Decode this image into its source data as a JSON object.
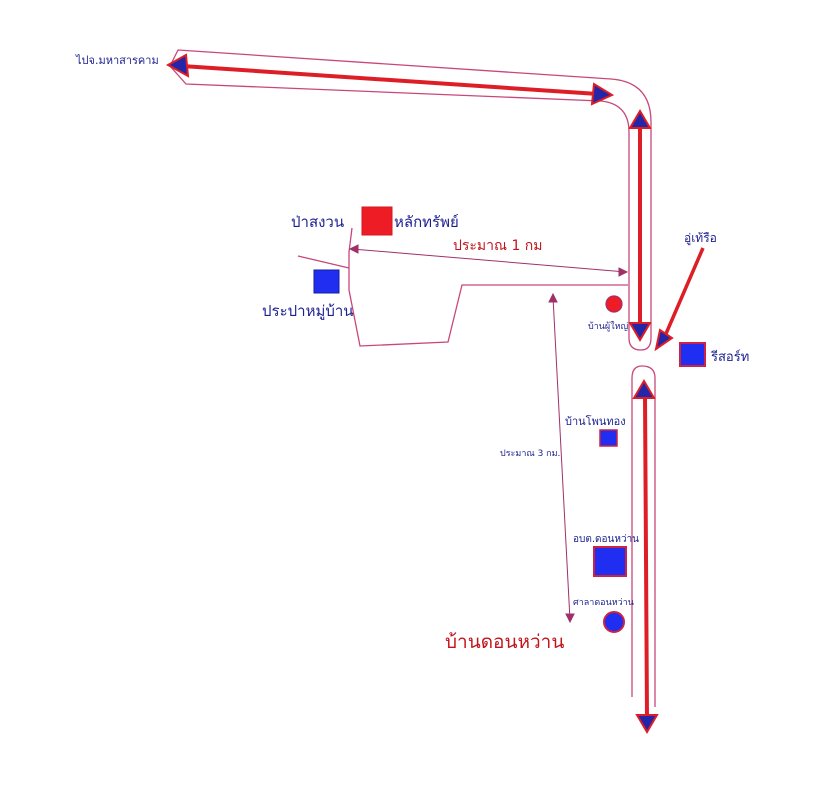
{
  "colors": {
    "road_outline": "#c8477a",
    "arrow_red": "#dd1e26",
    "arrow_head_fill": "#2326a8",
    "marker_blue": "#1f2ef0",
    "marker_red": "#ee1c24",
    "label_blue": "#1b1f8f",
    "label_red": "#c2141c",
    "guide_line": "#a0306a"
  },
  "labels": {
    "to_mahasarakham": "ไปจ.มหาสารคาม",
    "pa_songwan": "ป่าสงวน",
    "lak_sap": "หลักทรัพย์",
    "approx_1km": "ประมาณ 1 กม",
    "prapa_mooban": "ประปาหมู่บ้าน",
    "u_ruer": "อู่เท้รือ",
    "resort": "รีสอร์ท",
    "ban_phuyai": "บ้านผู้ใหญ่",
    "ban_phon_thong": "บ้านโพนทอง",
    "approx_3km": "ประมาณ 3 กม.",
    "obt_don_wan": "อบต.ดอนหว่าน",
    "sala_don_wan": "ศาลาดอนหว่าน",
    "ban_don_wan": "บ้านดอนหว่าน"
  },
  "icons": {
    "lak_sap": "red-square-marker",
    "prapa": "blue-square-marker",
    "ban_phuyai": "red-circle-marker",
    "resort": "blue-square-marker",
    "ban_phon_thong": "blue-square-marker",
    "obt": "blue-square-marker",
    "sala": "blue-circle-marker"
  }
}
